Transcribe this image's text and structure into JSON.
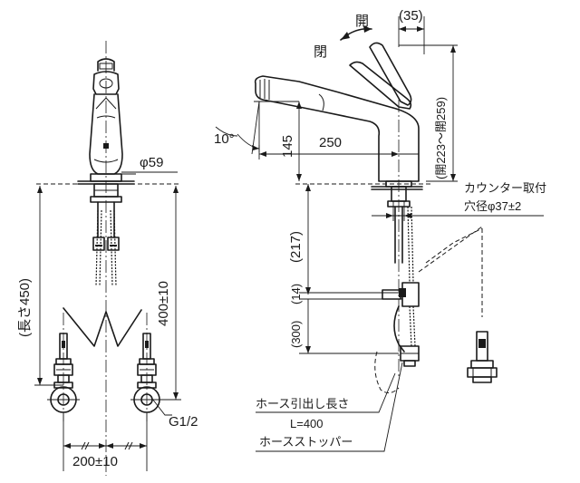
{
  "labels": {
    "diameter_59": "φ59",
    "length_450": "(長さ450)",
    "height_400": "400±10",
    "connection": "G1/2",
    "spacing_200": "200±10",
    "open_1": "開",
    "close": "閉",
    "dim_35": "(35)",
    "open_range": "(開223～開259)",
    "angle_10": "10°",
    "dim_145": "145",
    "dim_250": "250",
    "counter_1": "カウンター取付",
    "counter_2": "穴径φ37±2",
    "dim_217": "(217)",
    "dim_14": "(14)",
    "dim_300": "(300)",
    "hose_1": "ホース引出し長さ",
    "hose_2": "L=400",
    "stopper": "ホースストッパー"
  }
}
